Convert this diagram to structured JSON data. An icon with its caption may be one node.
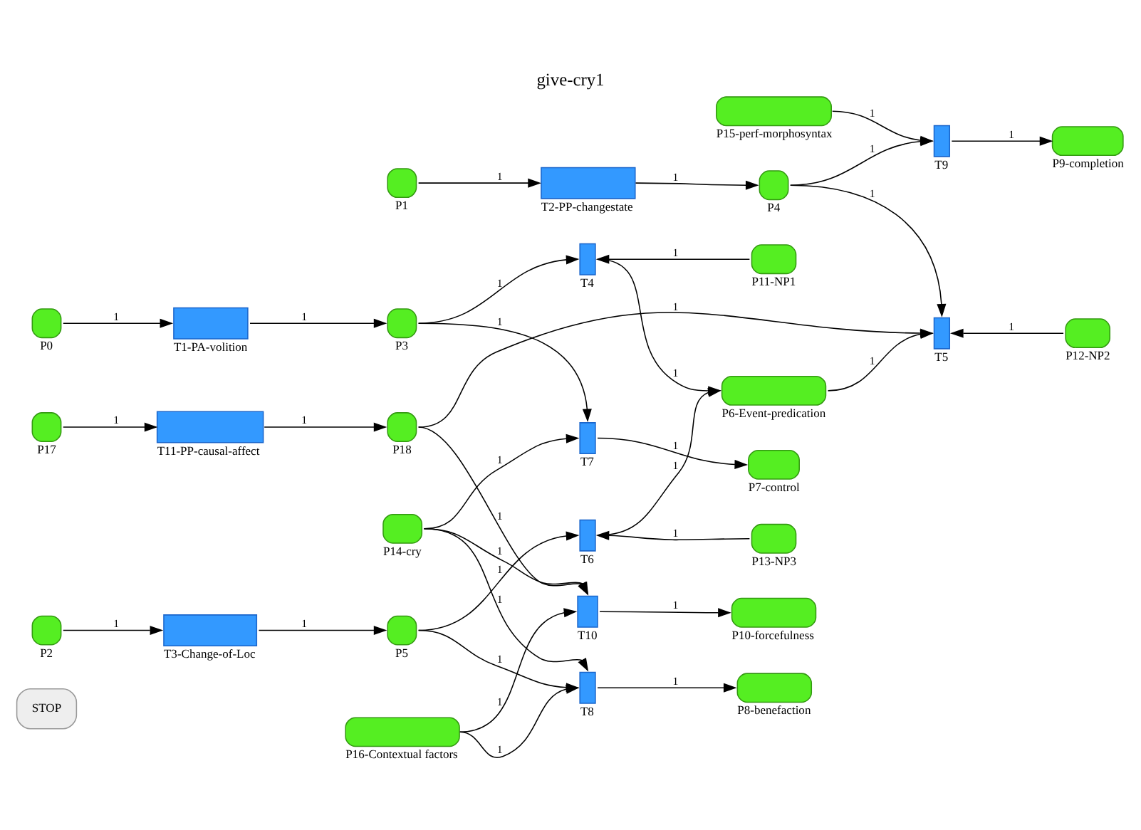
{
  "diagram": {
    "title": "give-cry1",
    "nodes": [
      {
        "text": [
          "P0"
        ]
      },
      {
        "text": [
          "T1-PA-volition"
        ]
      },
      {
        "text": [
          "P3"
        ]
      },
      {
        "text": [
          "P1"
        ]
      },
      {
        "text": [
          "T2-PP-changestate"
        ]
      },
      {
        "text": [
          "P4"
        ]
      },
      {
        "text": [
          "P17"
        ]
      },
      {
        "text": [
          "T11-PP-causal-affect"
        ]
      },
      {
        "text": [
          "P18"
        ]
      },
      {
        "text": [
          "P2"
        ]
      },
      {
        "text": [
          "T3-Change-of-Loc"
        ]
      },
      {
        "text": [
          "P5"
        ]
      },
      {
        "text": [
          "T4"
        ]
      },
      {
        "text": [
          "P11-NP1"
        ]
      },
      {
        "text": [
          "T5"
        ]
      },
      {
        "text": [
          "P6-Event-predication"
        ]
      },
      {
        "text": [
          "T6"
        ]
      },
      {
        "text": [
          "P12-NP2"
        ]
      },
      {
        "text": [
          "P13-NP3"
        ]
      },
      {
        "text": [
          "P14-cry"
        ]
      },
      {
        "text": [
          "T7"
        ]
      },
      {
        "text": [
          "P7-control"
        ]
      },
      {
        "text": [
          "T8"
        ]
      },
      {
        "text": [
          "P8-benefaction"
        ]
      },
      {
        "text": [
          "P15-perf-morphosyntax"
        ]
      },
      {
        "text": [
          "T9"
        ]
      },
      {
        "text": [
          "P9-completion"
        ]
      },
      {
        "text": [
          "P16-Contextual factors"
        ]
      },
      {
        "text": [
          "T10"
        ]
      },
      {
        "text": [
          "P10-forcefulness"
        ]
      }
    ],
    "edges": [
      {
        "from": 0,
        "to": 1,
        "arrow": "to",
        "label": "1"
      },
      {
        "from": 1,
        "to": 2,
        "arrow": "to",
        "label": "1"
      },
      {
        "from": 3,
        "to": 4,
        "arrow": "to",
        "label": "1"
      },
      {
        "from": 4,
        "to": 5,
        "arrow": "to",
        "label": "1"
      },
      {
        "from": 6,
        "to": 7,
        "arrow": "to",
        "label": "1"
      },
      {
        "from": 7,
        "to": 8,
        "arrow": "to",
        "label": "1"
      },
      {
        "from": 9,
        "to": 10,
        "arrow": "to",
        "label": "1"
      },
      {
        "from": 10,
        "to": 11,
        "arrow": "to",
        "label": "1"
      },
      {
        "from": 2,
        "to": 12,
        "arrow": "to",
        "label": "1"
      },
      {
        "from": 2,
        "to": 20,
        "arrow": "to",
        "label": "1"
      },
      {
        "from": 5,
        "to": 14,
        "arrow": "to",
        "label": "1"
      },
      {
        "from": 5,
        "to": 25,
        "arrow": "to",
        "label": "1"
      },
      {
        "from": 8,
        "to": 14,
        "arrow": "to",
        "label": "1"
      },
      {
        "from": 8,
        "to": 28,
        "arrow": "to",
        "label": "1"
      },
      {
        "from": 11,
        "to": 16,
        "arrow": "to",
        "label": "1"
      },
      {
        "from": 11,
        "to": 22,
        "arrow": "to",
        "label": "1"
      },
      {
        "from": 12,
        "to": 15,
        "arrow": "to",
        "label": "1"
      },
      {
        "from": 15,
        "to": 14,
        "arrow": "to",
        "label": "1"
      },
      {
        "from": 16,
        "to": 15,
        "arrow": "to",
        "label": "1"
      },
      {
        "from": 13,
        "to": 12,
        "arrow": "to",
        "label": "1"
      },
      {
        "from": 17,
        "to": 14,
        "arrow": "to",
        "label": "1"
      },
      {
        "from": 18,
        "to": 16,
        "arrow": "to",
        "label": "1"
      },
      {
        "from": 19,
        "to": 20,
        "arrow": "to",
        "label": "1"
      },
      {
        "from": 19,
        "to": 22,
        "arrow": "to",
        "label": "1"
      },
      {
        "from": 19,
        "to": 28,
        "arrow": "to",
        "label": "1"
      },
      {
        "from": 24,
        "to": 25,
        "arrow": "to",
        "label": "1"
      },
      {
        "from": 27,
        "to": 22,
        "arrow": "to",
        "label": "1"
      },
      {
        "from": 27,
        "to": 28,
        "arrow": "to",
        "label": "1"
      },
      {
        "from": 20,
        "to": 21,
        "arrow": "to",
        "label": "1"
      },
      {
        "from": 22,
        "to": 23,
        "arrow": "to",
        "label": "1"
      },
      {
        "from": 25,
        "to": 26,
        "arrow": "to",
        "label": "1"
      },
      {
        "from": 28,
        "to": 29,
        "arrow": "to",
        "label": "1"
      }
    ],
    "labels": [
      "STOP"
    ]
  }
}
